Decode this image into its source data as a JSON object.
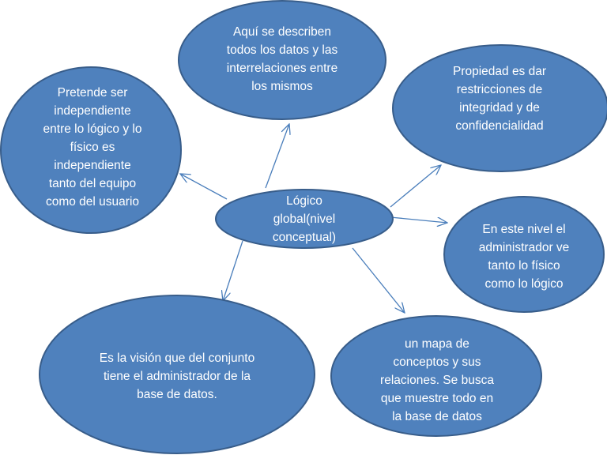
{
  "colors": {
    "node_fill": "#4f81bd",
    "node_stroke": "#385d8a",
    "arrow": "#4a7ebb",
    "text": "#ffffff"
  },
  "diagram": {
    "center": {
      "text": "Lógico\nglobal(nivel\nconceptual)"
    },
    "nodes": [
      {
        "id": "top",
        "text": "Aquí se describen\ntodos los datos y las\ninterrelaciones entre\nlos mismos"
      },
      {
        "id": "left",
        "text": "Pretende ser\nindependiente\nentre lo lógico y lo\nfísico es\nindependiente\ntanto del equipo\ncomo del usuario"
      },
      {
        "id": "top-right",
        "text": "Propiedad es dar\nrestricciones de\nintegridad y de\nconfidencialidad"
      },
      {
        "id": "right",
        "text": "En este nivel el\nadministrador ve\ntanto lo físico\ncomo lo lógico"
      },
      {
        "id": "bottom-right",
        "text": "un mapa de\nconceptos y sus\nrelaciones. Se busca\nque muestre todo en\nla base de datos"
      },
      {
        "id": "bottom-left",
        "text": "Es la visión que del conjunto\ntiene el administrador de la\nbase de datos."
      }
    ]
  }
}
